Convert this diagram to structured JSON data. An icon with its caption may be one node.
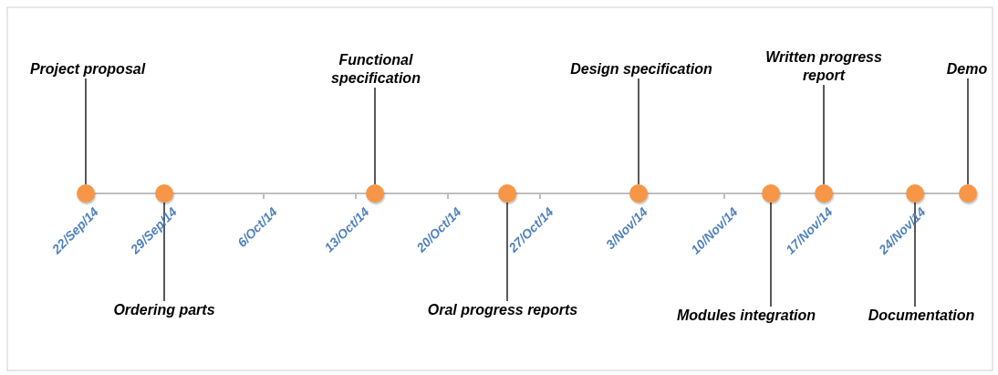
{
  "diagram": {
    "nodes": [
      {
        "text": [
          "Project proposal"
        ]
      },
      {
        "text": [
          "Ordering parts"
        ]
      },
      {
        "text": [
          "Functional specification"
        ]
      },
      {
        "text": [
          "Oral progress reports"
        ]
      },
      {
        "text": [
          "Design specification"
        ]
      },
      {
        "text": [
          "Modules integration"
        ]
      },
      {
        "text": [
          "Written progress report"
        ]
      },
      {
        "text": [
          "Documentation"
        ]
      },
      {
        "text": [
          "Demo"
        ]
      },
      {
        "text": [],
        "shape": "circle"
      },
      {
        "text": [],
        "shape": "circle"
      },
      {
        "text": [],
        "shape": "circle"
      },
      {
        "text": [],
        "shape": "circle"
      },
      {
        "text": [],
        "shape": "circle"
      },
      {
        "text": [],
        "shape": "circle"
      },
      {
        "text": [],
        "shape": "circle"
      },
      {
        "text": [],
        "shape": "circle"
      },
      {
        "text": [],
        "shape": "circle"
      }
    ],
    "edges": [
      {
        "from": 0,
        "to": 9,
        "arrow": "none"
      },
      {
        "from": 1,
        "to": 10,
        "arrow": "none"
      },
      {
        "from": 2,
        "to": 11,
        "arrow": "none"
      },
      {
        "from": 3,
        "to": 12,
        "arrow": "none"
      },
      {
        "from": 4,
        "to": 13,
        "arrow": "none"
      },
      {
        "from": 5,
        "to": 14,
        "arrow": "none"
      },
      {
        "from": 6,
        "to": 15,
        "arrow": "none"
      },
      {
        "from": 7,
        "to": 16,
        "arrow": "none"
      },
      {
        "from": 8,
        "to": 17,
        "arrow": "none"
      }
    ],
    "labels": [
      "22/Sep/14",
      "29/Sep/14",
      "6/Oct/14",
      "13/Oct/14",
      "20/Oct/14",
      "27/Oct/14",
      "3/Nov/14",
      "10/Nov/14",
      "17/Nov/14",
      "24/Nov/14"
    ]
  }
}
